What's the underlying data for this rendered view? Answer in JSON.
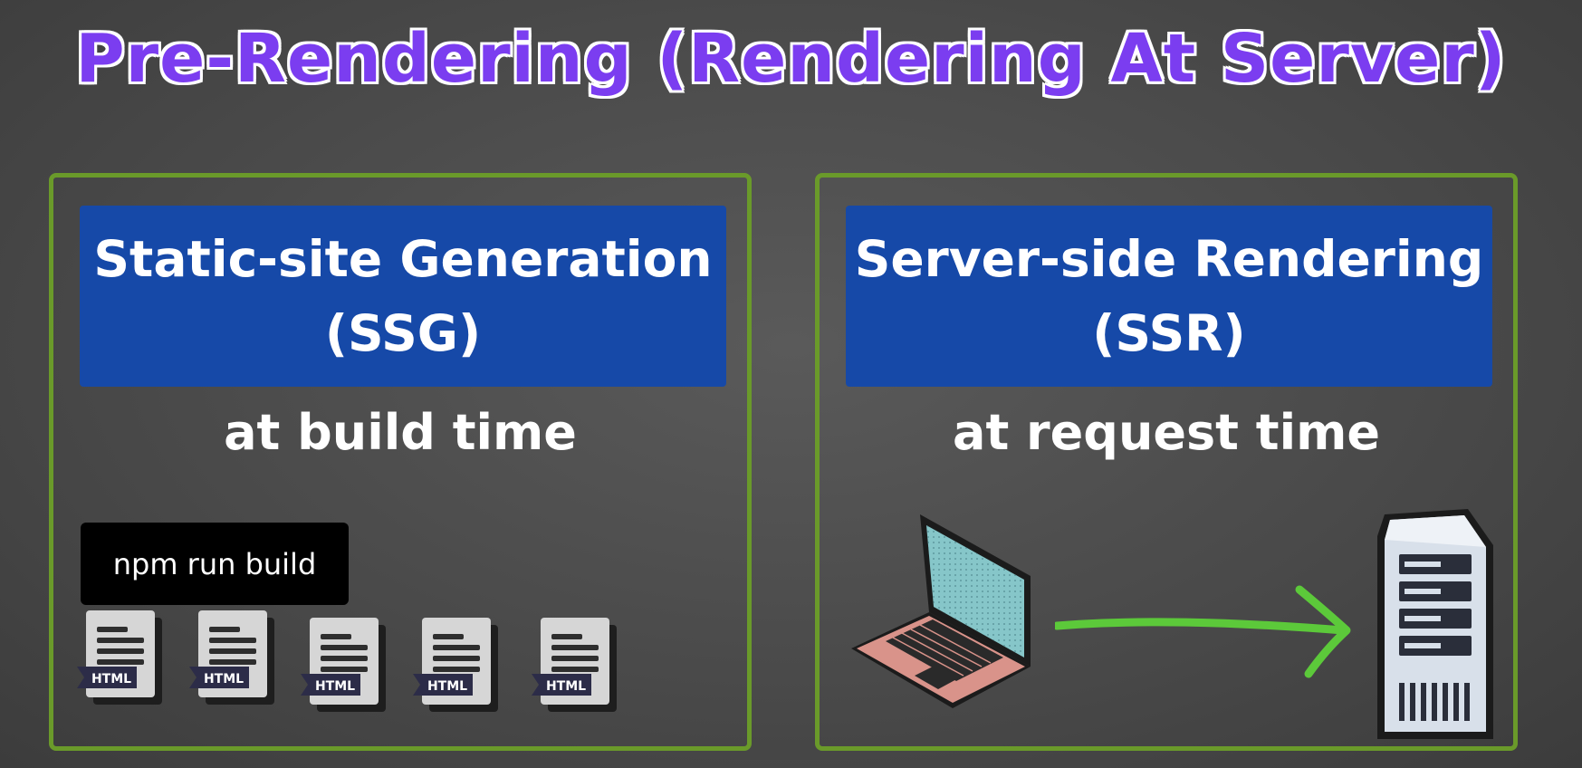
{
  "title": "Pre-Rendering (Rendering At Server)",
  "colors": {
    "title": "#7b3df0",
    "panel_border": "#6a9a2a",
    "header_bg": "#1649a8",
    "arrow": "#5cc93a"
  },
  "ssg": {
    "line1": "Static-site Generation",
    "line2": "(SSG)",
    "subtitle": "at build time",
    "command": "npm run build",
    "doc_label": "HTML",
    "doc_icon": "html-file-icon"
  },
  "ssr": {
    "line1": "Server-side Rendering",
    "line2": "(SSR)",
    "subtitle": "at request time",
    "client_icon": "laptop-icon",
    "arrow_icon": "arrow-right-icon",
    "server_icon": "server-icon"
  }
}
